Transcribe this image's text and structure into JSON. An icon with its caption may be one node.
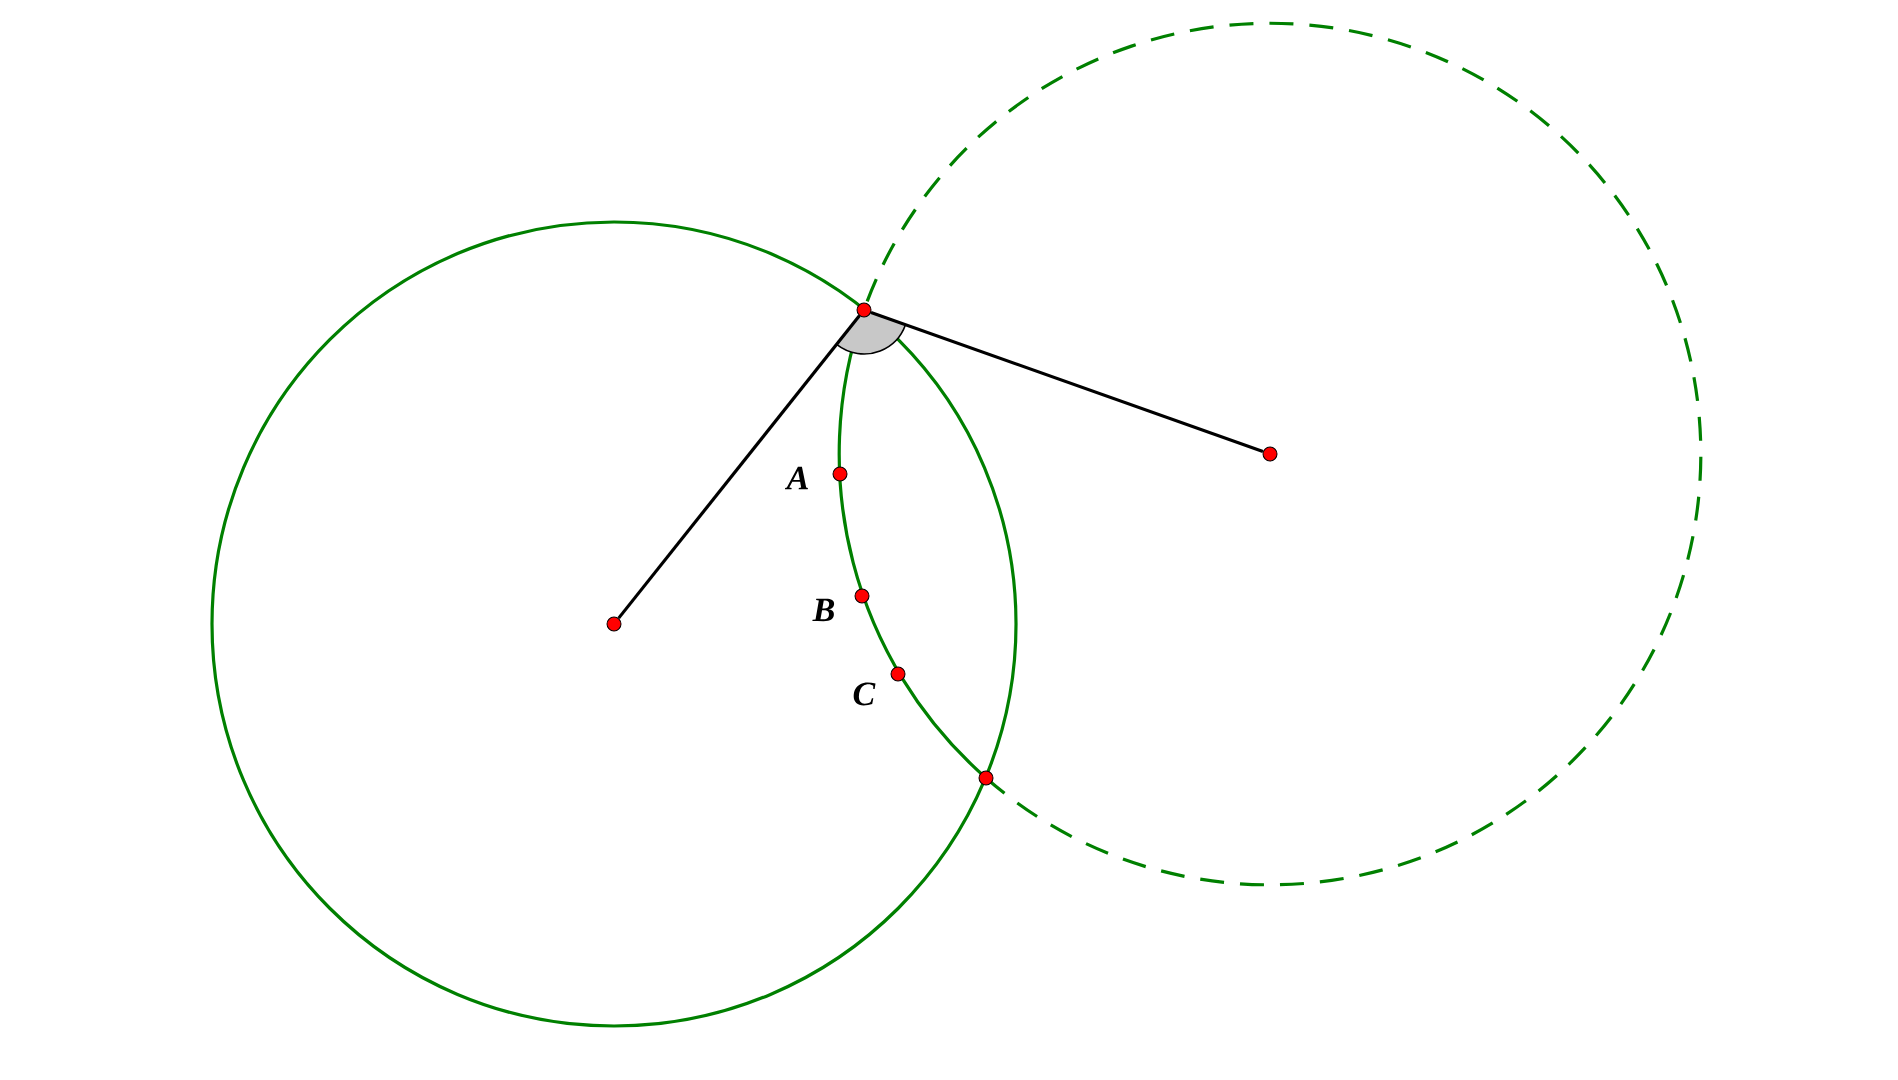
{
  "diagram": {
    "nodes": [
      {
        "text": [],
        "shape": "circle"
      },
      {
        "text": [],
        "shape": "circle"
      },
      {
        "text": [],
        "shape": "circle"
      },
      {
        "text": [],
        "shape": "circle"
      },
      {
        "text": [],
        "shape": "circle",
        "beside": [
          "*A*"
        ]
      },
      {
        "text": [],
        "shape": "circle",
        "beside": [
          "*B*"
        ]
      },
      {
        "text": [],
        "shape": "circle",
        "beside": [
          "*C*"
        ]
      }
    ],
    "edges": [
      {
        "from": 0,
        "to": 1,
        "arrow": "none"
      },
      {
        "from": 0,
        "to": 2,
        "arrow": "none"
      }
    ]
  }
}
